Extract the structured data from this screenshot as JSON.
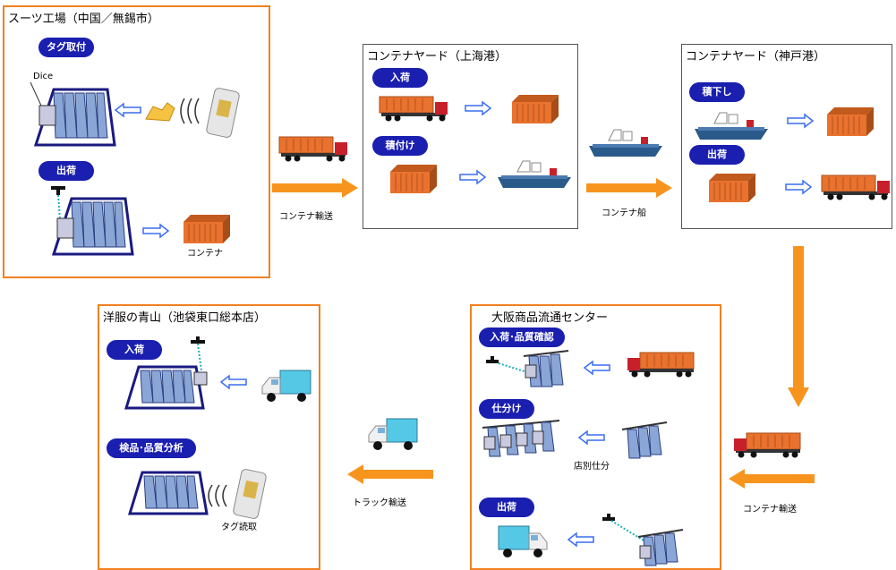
{
  "colors": {
    "orange_arrow": "#f7941d",
    "panel_orange": "#f08020",
    "pill_blue": "#1a1fb0",
    "container": "#e9722e",
    "blue_arrow": "#3a6df0"
  },
  "panels": {
    "suit_factory": {
      "title": "スーツ工場（中国／無錫市）",
      "pill_tag": "タグ取付",
      "dice_label": "Dice",
      "pill_ship": "出荷",
      "container_label": "コンテナ"
    },
    "shanghai": {
      "title": "コンテナヤード（上海港）",
      "pill_in": "入荷",
      "pill_load": "積付け"
    },
    "kobe": {
      "title": "コンテナヤード（神戸港）",
      "pill_unload": "積下し",
      "pill_ship": "出荷"
    },
    "osaka": {
      "title": "大阪商品流通センター",
      "pill_in_check": "入荷･品質確認",
      "pill_sort": "仕分け",
      "sort_label": "店別仕分",
      "pill_ship": "出荷"
    },
    "aoyama": {
      "title": "洋服の青山（池袋東口総本店）",
      "pill_in": "入荷",
      "pill_inspect": "検品･品質分析",
      "read_label": "タグ読取"
    }
  },
  "transport": {
    "container_transport_1": "コンテナ輸送",
    "container_ship": "コンテナ船",
    "container_transport_2": "コンテナ輸送",
    "truck_transport": "トラック輸送"
  }
}
